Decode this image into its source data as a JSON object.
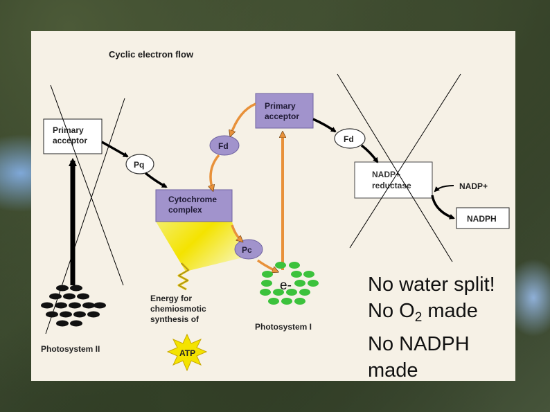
{
  "title": "Cyclic electron flow",
  "nodes": {
    "ps2_primary_acceptor": "Primary\nacceptor",
    "pq": "Pq",
    "cytochrome_complex": "Cytochrome\ncomplex",
    "fd_left": "Fd",
    "ps1_primary_acceptor": "Primary\nacceptor",
    "fd_right": "Fd",
    "pc": "Pc",
    "nadp_reductase": "NADP+\nreductase",
    "nadp_plus": "NADP+",
    "nadph": "NADPH",
    "energy_text": "Energy for\nchemiosmotic\nsynthesis of",
    "atp": "ATP",
    "photosystem_ii": "Photosystem II",
    "photosystem_i": "Photosystem I",
    "electron": "e-"
  },
  "notes": {
    "line1": "No water split!",
    "line2_prefix": "No O",
    "line2_sub": "2",
    "line2_suffix": " made",
    "line3": "No NADPH",
    "line4": "made"
  },
  "colors": {
    "purple_box": "#a193cc",
    "orange_arrow": "#e8913a",
    "green_chlorophyll": "#3cc23c",
    "black_chlorophyll": "#111111",
    "yellow_energy": "#f2ea2a"
  }
}
